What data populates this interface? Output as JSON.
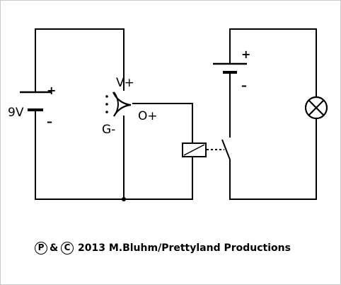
{
  "circuit": {
    "battery_voltage": "9V",
    "plus": "+",
    "minus": "–",
    "sensor_pins": {
      "vcc": "V+",
      "gnd": "G-",
      "out": "O+"
    }
  },
  "credit": {
    "p_symbol": "P",
    "ampersand": "&",
    "c_symbol": "C",
    "text": "2013 M.Bluhm/Prettyland Productions"
  }
}
